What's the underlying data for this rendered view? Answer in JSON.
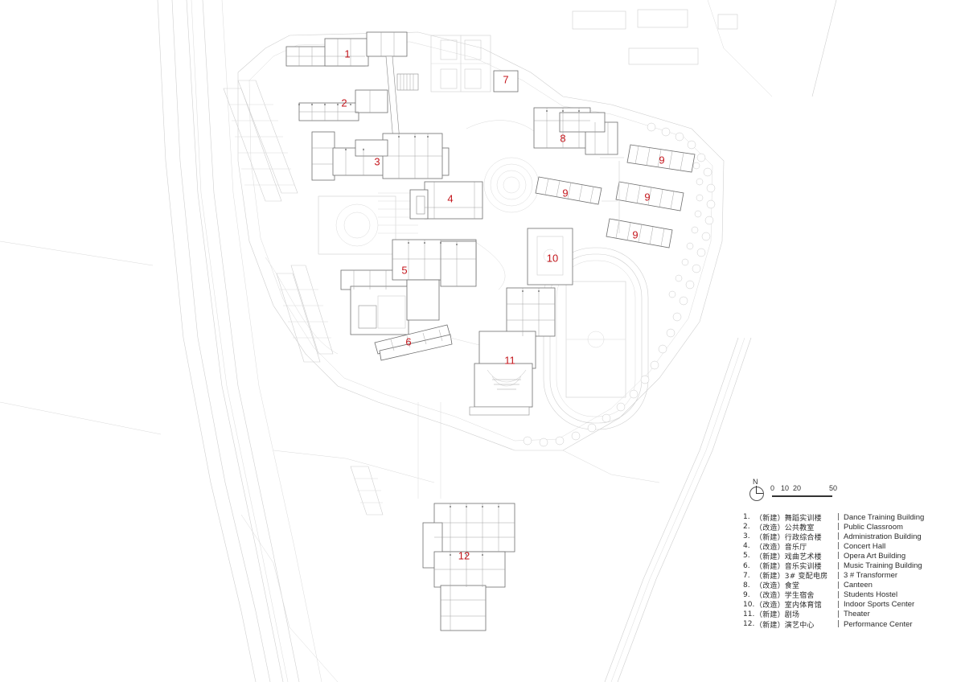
{
  "map": {
    "building_labels": [
      {
        "id": "1"
      },
      {
        "id": "2"
      },
      {
        "id": "3"
      },
      {
        "id": "4"
      },
      {
        "id": "5"
      },
      {
        "id": "6"
      },
      {
        "id": "7"
      },
      {
        "id": "8"
      },
      {
        "id": "9a",
        "text": "9"
      },
      {
        "id": "9b",
        "text": "9"
      },
      {
        "id": "9c",
        "text": "9"
      },
      {
        "id": "9d",
        "text": "9"
      },
      {
        "id": "10"
      },
      {
        "id": "11"
      },
      {
        "id": "12"
      }
    ],
    "label_color": "#c4161c",
    "line_color": "#6e6e6e"
  },
  "north": {
    "label": "N"
  },
  "scale": {
    "ticks": [
      "0",
      "10",
      "20",
      "50"
    ],
    "unit_hint": "m"
  },
  "legend": [
    {
      "num": "1.",
      "zh": "（新建）舞蹈实训楼",
      "en": "Dance Training Building"
    },
    {
      "num": "2.",
      "zh": "（改造）公共教室",
      "en": "Public Classroom"
    },
    {
      "num": "3.",
      "zh": "（新建）行政综合楼",
      "en": "Administration Building"
    },
    {
      "num": "4.",
      "zh": "（改造）音乐厅",
      "en": "Concert Hall"
    },
    {
      "num": "5.",
      "zh": "（新建）戏曲艺术楼",
      "en": "Opera Art Building"
    },
    {
      "num": "6.",
      "zh": "（新建）音乐实训楼",
      "en": "Music Training Building"
    },
    {
      "num": "7.",
      "zh": "（新建）3# 变配电房",
      "en": "3 # Transformer"
    },
    {
      "num": "8.",
      "zh": "（改造）食堂",
      "en": "Canteen"
    },
    {
      "num": "9.",
      "zh": "（改造）学生宿舍",
      "en": "Students Hostel"
    },
    {
      "num": "10.",
      "zh": "（改造）室内体育馆",
      "en": "Indoor Sports Center"
    },
    {
      "num": "11.",
      "zh": "（新建）剧场",
      "en": "Theater"
    },
    {
      "num": "12.",
      "zh": "（新建）演艺中心",
      "en": "Performance Center"
    }
  ],
  "legend_separator": "|"
}
